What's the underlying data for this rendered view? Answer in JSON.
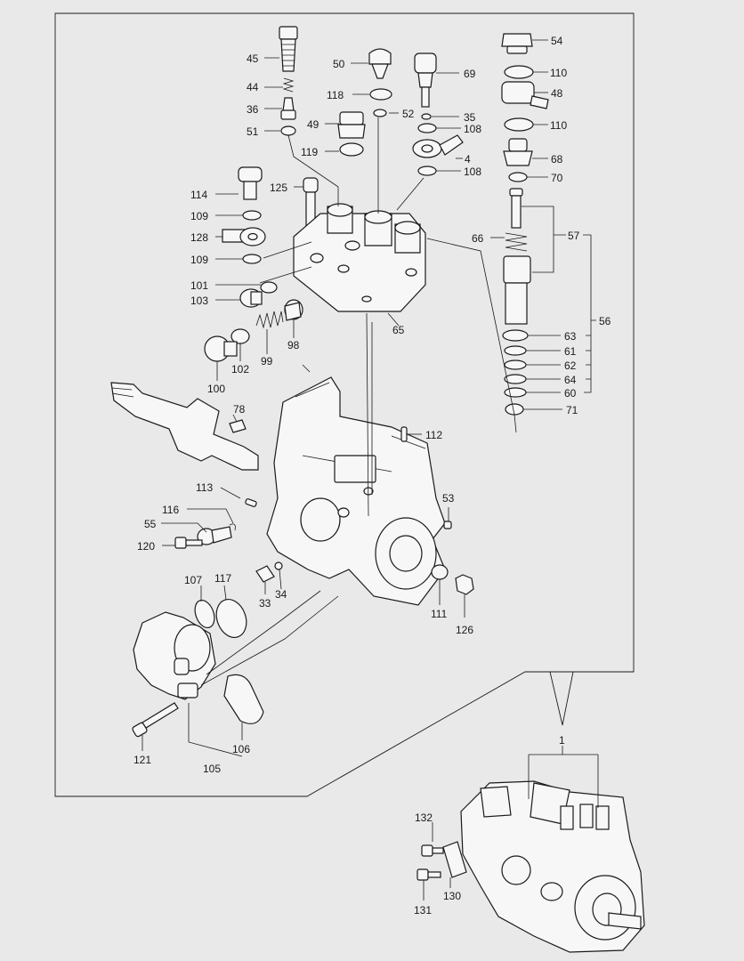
{
  "labels": {
    "l45": "45",
    "l44": "44",
    "l36": "36",
    "l51": "51",
    "l50": "50",
    "l118": "118",
    "l49": "49",
    "l52": "52",
    "l119": "119",
    "l69": "69",
    "l35": "35",
    "l108a": "108",
    "l4": "4",
    "l108b": "108",
    "l54": "54",
    "l110a": "110",
    "l48": "48",
    "l110b": "110",
    "l68": "68",
    "l70": "70",
    "l57": "57",
    "l66": "66",
    "l56": "56",
    "l63": "63",
    "l61": "61",
    "l62": "62",
    "l64": "64",
    "l60": "60",
    "l71": "71",
    "l114": "114",
    "l109a": "109",
    "l128": "128",
    "l109b": "109",
    "l125": "125",
    "l101": "101",
    "l103": "103",
    "l65": "65",
    "l98": "98",
    "l99": "99",
    "l102": "102",
    "l100": "100",
    "l78": "78",
    "l112": "112",
    "l113": "113",
    "l116": "116",
    "l55": "55",
    "l120": "120",
    "l53": "53",
    "l33": "33",
    "l34": "34",
    "l107": "107",
    "l117": "117",
    "l111": "111",
    "l126": "126",
    "l121": "121",
    "l106": "106",
    "l105": "105",
    "l1": "1",
    "l132": "132",
    "l130": "130",
    "l131": "131"
  }
}
